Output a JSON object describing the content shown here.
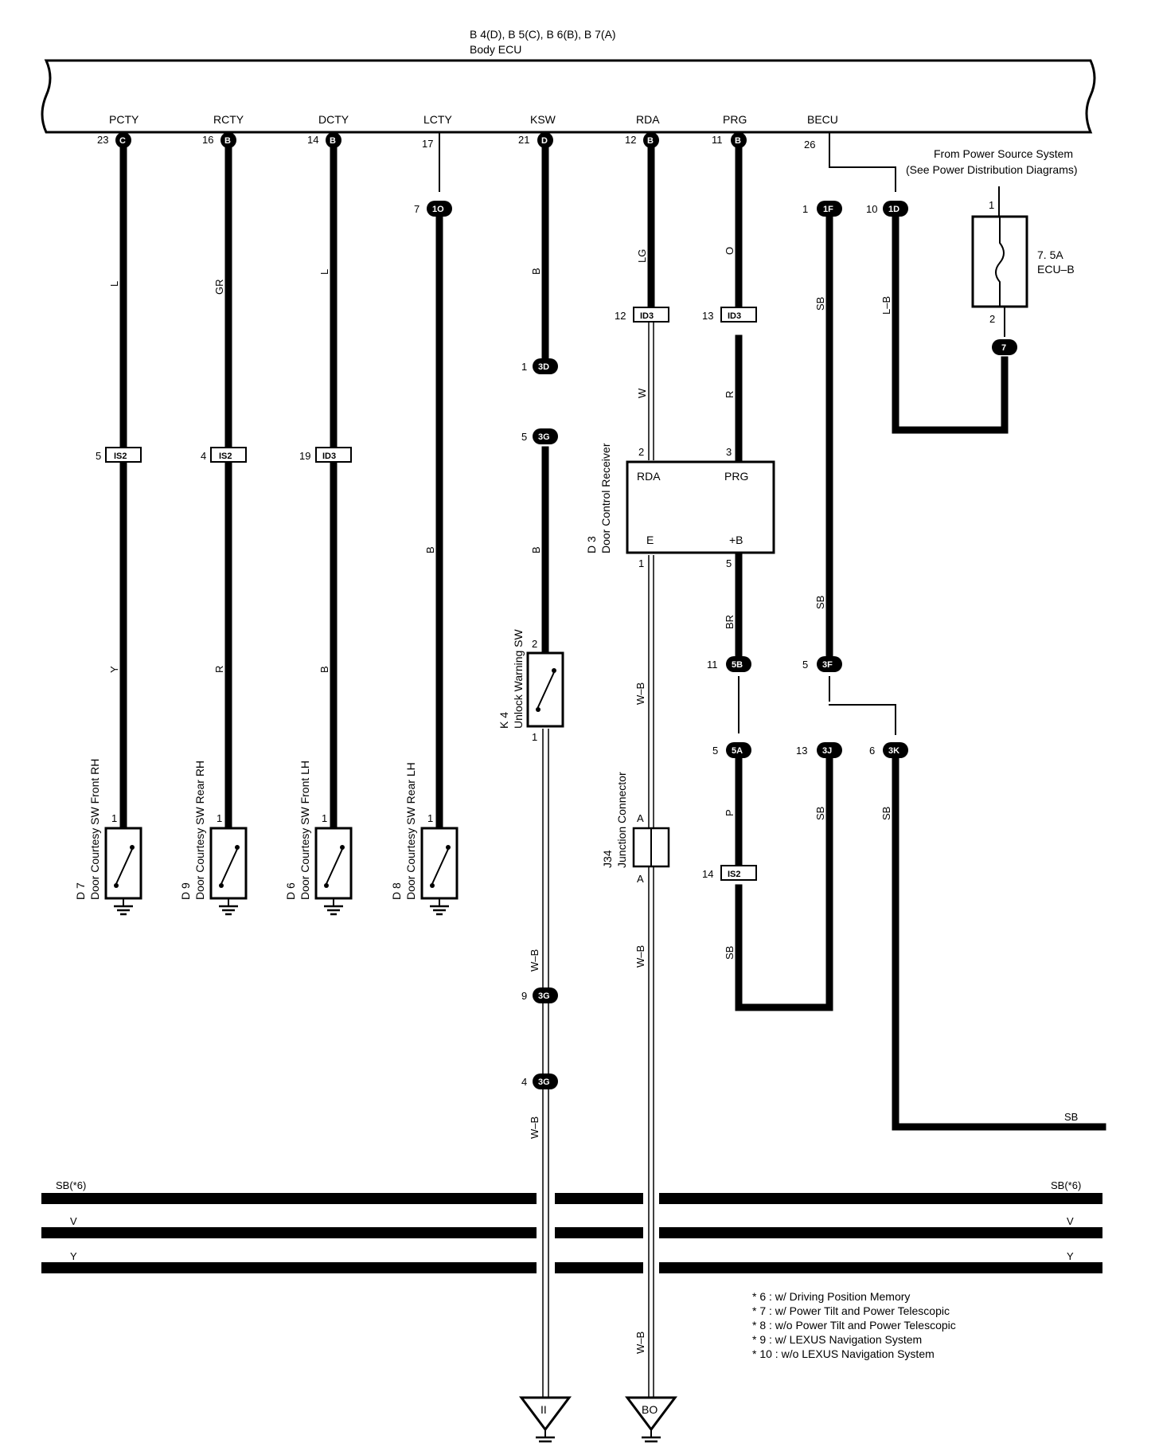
{
  "ecu": {
    "connectors": "B 4(D), B 5(C), B 6(B), B 7(A)",
    "name": "Body ECU"
  },
  "terminals": [
    {
      "name": "PCTY",
      "pin": "23",
      "conn": "C"
    },
    {
      "name": "RCTY",
      "pin": "16",
      "conn": "B"
    },
    {
      "name": "DCTY",
      "pin": "14",
      "conn": "B"
    },
    {
      "name": "LCTY",
      "pin": "17",
      "conn": ""
    },
    {
      "name": "KSW",
      "pin": "21",
      "conn": "D"
    },
    {
      "name": "RDA",
      "pin": "12",
      "conn": "B"
    },
    {
      "name": "PRG",
      "pin": "11",
      "conn": "B"
    },
    {
      "name": "BECU",
      "pin": "26",
      "conn": ""
    }
  ],
  "power_source": {
    "line1": "From Power Source System",
    "line2": "(See Power Distribution Diagrams)",
    "fuse_rating": "7. 5A",
    "fuse_name": "ECU–B",
    "pin_in": "1",
    "pin_out": "2",
    "junction": "7"
  },
  "switches": [
    {
      "id": "D 7",
      "name": "Door Courtesy SW Front RH",
      "pin": "1"
    },
    {
      "id": "D 9",
      "name": "Door Courtesy SW Rear RH",
      "pin": "1"
    },
    {
      "id": "D 6",
      "name": "Door Courtesy SW Front LH",
      "pin": "1"
    },
    {
      "id": "D 8",
      "name": "Door Courtesy SW Rear LH",
      "pin": "1"
    }
  ],
  "unlock_sw": {
    "id": "K 4",
    "name": "Unlock Warning SW",
    "pin_top": "2",
    "pin_bottom": "1"
  },
  "receiver": {
    "id": "D 3",
    "name": "Door Control Receiver",
    "t1": "RDA",
    "t2": "PRG",
    "t3": "E",
    "t4": "+B",
    "p1": "2",
    "p2": "3",
    "p3": "1",
    "p4": "5"
  },
  "junction_connector": {
    "id": "J34",
    "name": "Junction Connector",
    "a1": "A",
    "a2": "A"
  },
  "connectors": [
    {
      "pin": "7",
      "code": "1O"
    },
    {
      "pin": "1",
      "code": "1F"
    },
    {
      "pin": "10",
      "code": "1D"
    },
    {
      "pin": "12",
      "code": "ID3"
    },
    {
      "pin": "13",
      "code": "ID3"
    },
    {
      "pin": "1",
      "code": "3D"
    },
    {
      "pin": "5",
      "code": "3G"
    },
    {
      "pin": "5",
      "code": "IS2"
    },
    {
      "pin": "4",
      "code": "IS2"
    },
    {
      "pin": "19",
      "code": "ID3"
    },
    {
      "pin": "11",
      "code": "5B"
    },
    {
      "pin": "5",
      "code": "3F"
    },
    {
      "pin": "5",
      "code": "5A"
    },
    {
      "pin": "13",
      "code": "3J"
    },
    {
      "pin": "6",
      "code": "3K"
    },
    {
      "pin": "14",
      "code": "IS2"
    },
    {
      "pin": "9",
      "code": "3G"
    },
    {
      "pin": "4",
      "code": "3G"
    }
  ],
  "wire_colors": {
    "pcty_upper": "L",
    "pcty_lower": "Y",
    "rcty_upper": "GR",
    "rcty_lower": "R",
    "dcty_upper": "L",
    "dcty_lower": "B",
    "lcty": "B",
    "ksw_upper": "B",
    "ksw_mid": "B",
    "ksw_low": "W–B",
    "ksw_bottom": "W–B",
    "rda_upper": "LG",
    "rda_lower": "W",
    "prg_upper": "O",
    "prg_lower": "R",
    "recv_e1": "W–B",
    "recv_e2": "W–B",
    "recv_e3": "W–B",
    "recv_b1": "BR",
    "recv_b2": "P",
    "recv_b3": "SB",
    "becu_upper": "SB",
    "becu_mid": "SB",
    "becu_3j": "SB",
    "becu_3k": "SB",
    "fuse_wire": "L–B",
    "exit": "SB"
  },
  "buses": [
    {
      "left": "SB(*6)",
      "right": "SB(*6)"
    },
    {
      "left": "V",
      "right": "V"
    },
    {
      "left": "Y",
      "right": "Y"
    }
  ],
  "grounds": [
    "II",
    "BO"
  ],
  "notes": [
    "*  6 : w/ Driving Position Memory",
    "*  7 : w/ Power Tilt and Power Telescopic",
    "*  8 : w/o Power Tilt and Power Telescopic",
    "*  9 : w/ LEXUS Navigation System",
    "* 10 : w/o LEXUS Navigation System"
  ]
}
